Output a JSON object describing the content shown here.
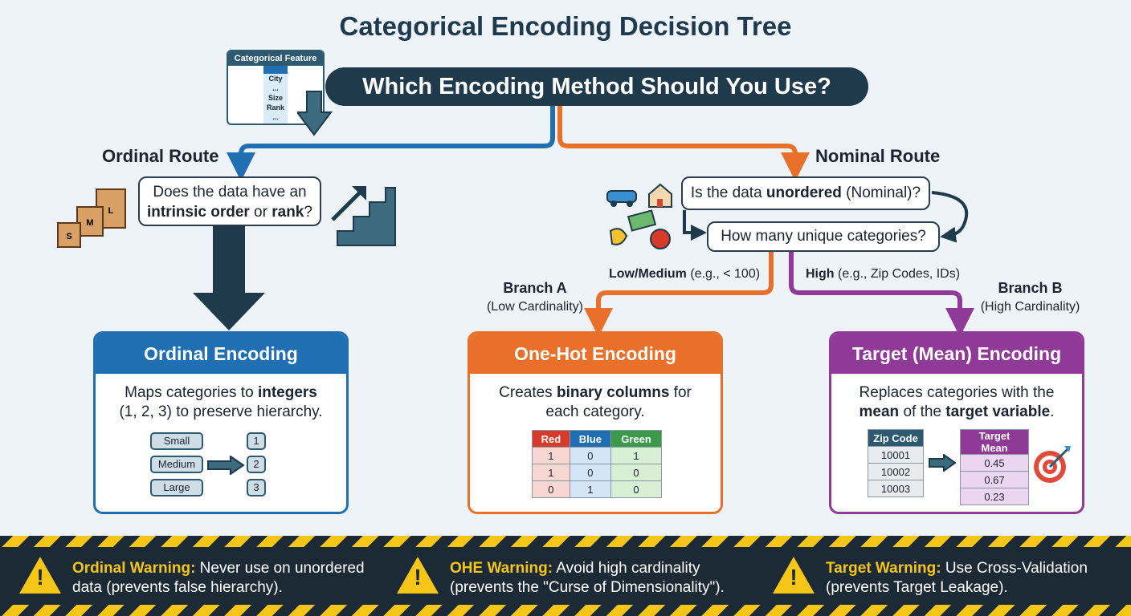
{
  "title": "Categorical Encoding Decision Tree",
  "question": "Which Encoding Method Should You Use?",
  "feature_table": {
    "header": "Categorical Feature",
    "rows": [
      "City",
      "...",
      "Size",
      "Rank",
      "..."
    ]
  },
  "ordinal_route": {
    "label": "Ordinal Route",
    "q1": "Does the data have an ",
    "q_bold1": "intrinsic order",
    "q2": " or ",
    "q_bold2": "rank",
    "q3": "?",
    "boxes": [
      "S",
      "M",
      "L"
    ]
  },
  "nominal_route": {
    "label": "Nominal Route",
    "q1_a": "Is the data ",
    "q1_bold": "unordered",
    "q1_b": " (Nominal)?",
    "q2": "How many unique categories?"
  },
  "branch_a": {
    "edge_bold": "Low/Medium",
    "edge_rest": " (e.g., < 100)",
    "title": "Branch A",
    "sub": "(Low Cardinality)"
  },
  "branch_b": {
    "edge_bold": "High",
    "edge_rest": " (e.g., Zip Codes, IDs)",
    "title": "Branch B",
    "sub": "(High Cardinality)"
  },
  "ordinal_card": {
    "title": "Ordinal Encoding",
    "d1": "Maps categories to ",
    "d_bold": "integers",
    "d2": "(1, 2, 3) to preserve hierarchy.",
    "left": [
      "Small",
      "Medium",
      "Large"
    ],
    "right": [
      "1",
      "2",
      "3"
    ]
  },
  "ohe_card": {
    "title": "One-Hot Encoding",
    "d1": "Creates ",
    "d_bold": "binary columns",
    "d2": " for each category.",
    "headers": [
      "Red",
      "Blue",
      "Green"
    ],
    "rows": [
      [
        "1",
        "0",
        "1"
      ],
      [
        "1",
        "0",
        "0"
      ],
      [
        "0",
        "1",
        "0"
      ]
    ]
  },
  "target_card": {
    "title": "Target (Mean) Encoding",
    "d1": "Replaces categories with the",
    "d_bold1": "mean",
    "d2": " of the ",
    "d_bold2": "target variable",
    "d3": ".",
    "h1": "Zip Code",
    "h2": "Target Mean",
    "zips": [
      "10001",
      "10002",
      "10003"
    ],
    "means": [
      "0.45",
      "0.67",
      "0.23"
    ]
  },
  "warnings": [
    {
      "label": "Ordinal Warning:",
      "text": " Never use on unordered data (prevents false hierarchy)."
    },
    {
      "label": "OHE Warning:",
      "text": " Avoid high cardinality (prevents the \"Curse of Dimensionality\")."
    },
    {
      "label": "Target Warning:",
      "text": " Use Cross-Validation (prevents Target Leakage)."
    }
  ],
  "colors": {
    "blue": "#1f6fb2",
    "orange": "#e8702a",
    "purple": "#8e3a96",
    "dark": "#1f3a4b",
    "yellow": "#f5c518"
  }
}
